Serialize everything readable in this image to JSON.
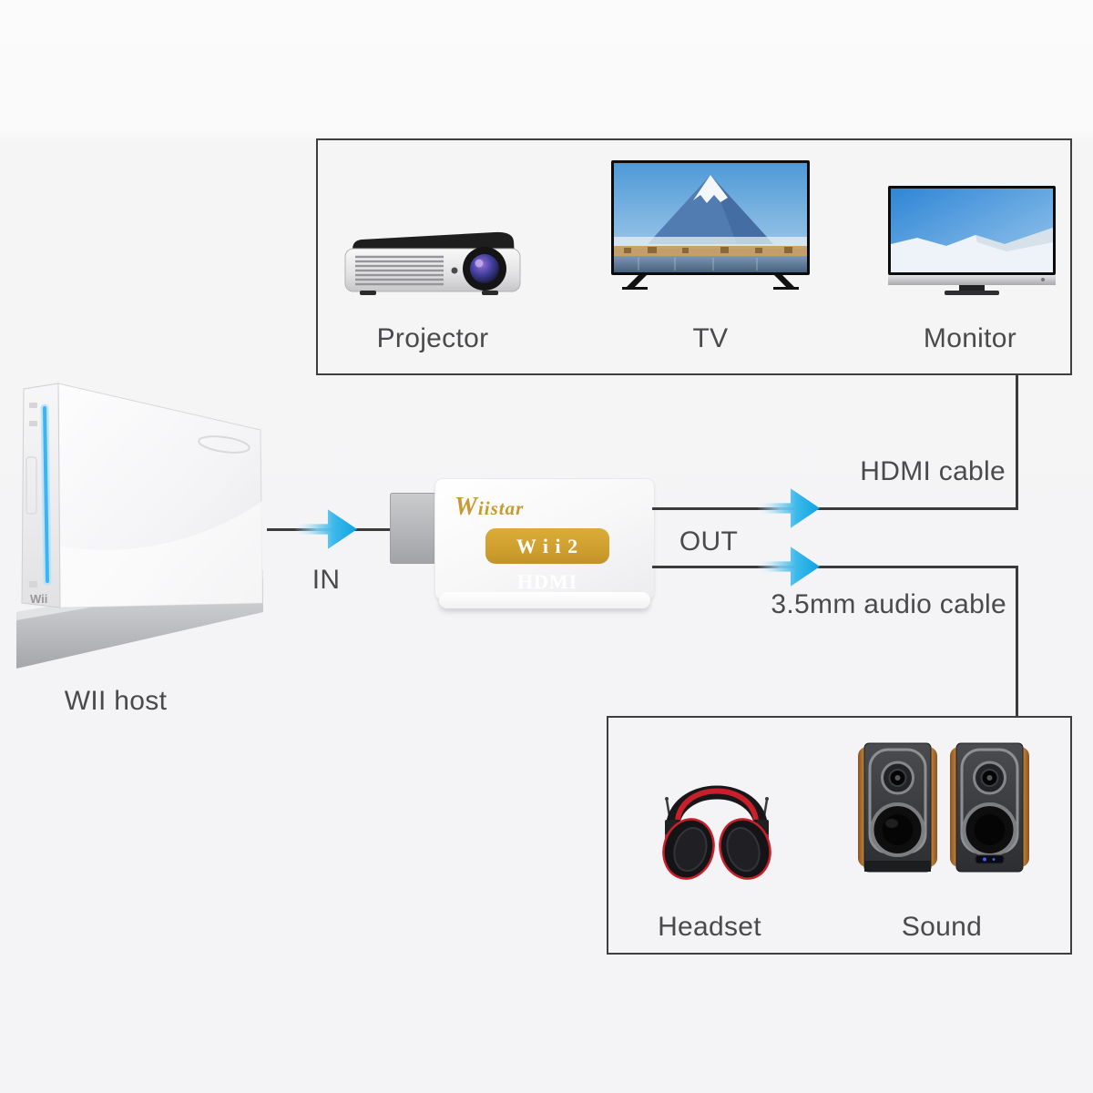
{
  "wii_console": {
    "label": "WII host",
    "logo": "Wii"
  },
  "adapter": {
    "brand": "Wiistar",
    "badge_label": "W i i 2 HDMI"
  },
  "connections": {
    "in_label": "IN",
    "out_label": "OUT",
    "hdmi_cable_label": "HDMI cable",
    "audio_cable_label": "3.5mm audio cable"
  },
  "video_devices": {
    "items": [
      {
        "label": "Projector"
      },
      {
        "label": "TV"
      },
      {
        "label": "Monitor"
      }
    ]
  },
  "audio_devices": {
    "items": [
      {
        "label": "Headset"
      },
      {
        "label": "Sound"
      }
    ]
  },
  "colors": {
    "arrow_blue": "#12a4e3",
    "gold": "#cf9f2e",
    "line": "#3b3b3c",
    "box_border": "#3e3e3f",
    "text": "#4a4a4c",
    "background": "#f5f5f6"
  }
}
